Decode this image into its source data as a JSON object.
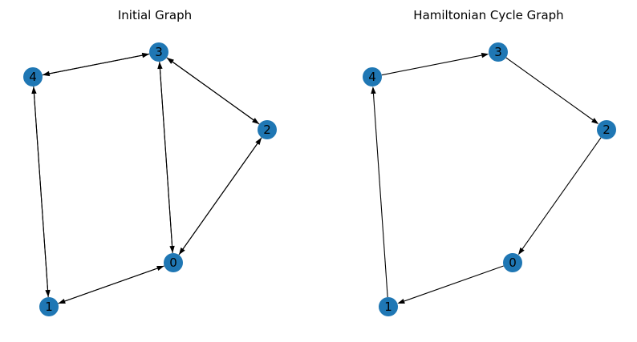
{
  "panels": [
    {
      "title": "Initial Graph",
      "node_color": "#1f77b4",
      "nodes": [
        {
          "id": "0",
          "label": "0"
        },
        {
          "id": "1",
          "label": "1"
        },
        {
          "id": "2",
          "label": "2"
        },
        {
          "id": "3",
          "label": "3"
        },
        {
          "id": "4",
          "label": "4"
        }
      ],
      "edges": [
        {
          "from": "3",
          "to": "4"
        },
        {
          "from": "4",
          "to": "3"
        },
        {
          "from": "3",
          "to": "2"
        },
        {
          "from": "2",
          "to": "3"
        },
        {
          "from": "3",
          "to": "0"
        },
        {
          "from": "0",
          "to": "3"
        },
        {
          "from": "2",
          "to": "0"
        },
        {
          "from": "0",
          "to": "2"
        },
        {
          "from": "0",
          "to": "1"
        },
        {
          "from": "1",
          "to": "0"
        },
        {
          "from": "4",
          "to": "1"
        },
        {
          "from": "1",
          "to": "4"
        }
      ]
    },
    {
      "title": "Hamiltonian Cycle Graph",
      "node_color": "#1f77b4",
      "nodes": [
        {
          "id": "0",
          "label": "0"
        },
        {
          "id": "1",
          "label": "1"
        },
        {
          "id": "2",
          "label": "2"
        },
        {
          "id": "3",
          "label": "3"
        },
        {
          "id": "4",
          "label": "4"
        }
      ],
      "edges": [
        {
          "from": "4",
          "to": "3"
        },
        {
          "from": "3",
          "to": "2"
        },
        {
          "from": "2",
          "to": "0"
        },
        {
          "from": "0",
          "to": "1"
        },
        {
          "from": "1",
          "to": "4"
        }
      ]
    }
  ]
}
